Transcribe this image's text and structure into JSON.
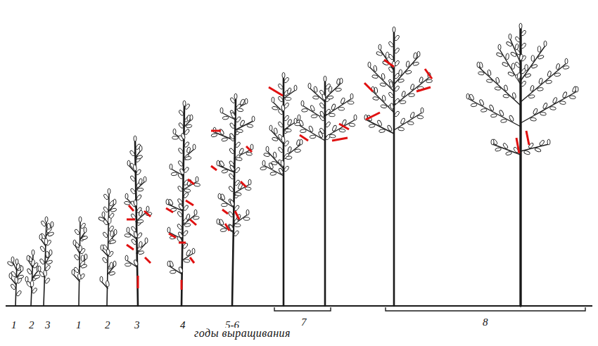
{
  "diagram": {
    "labels": [
      "1",
      "2",
      "3",
      "1",
      "2",
      "3",
      "4",
      "5-6",
      "7",
      "8",
      "годы выращивания"
    ]
  }
}
